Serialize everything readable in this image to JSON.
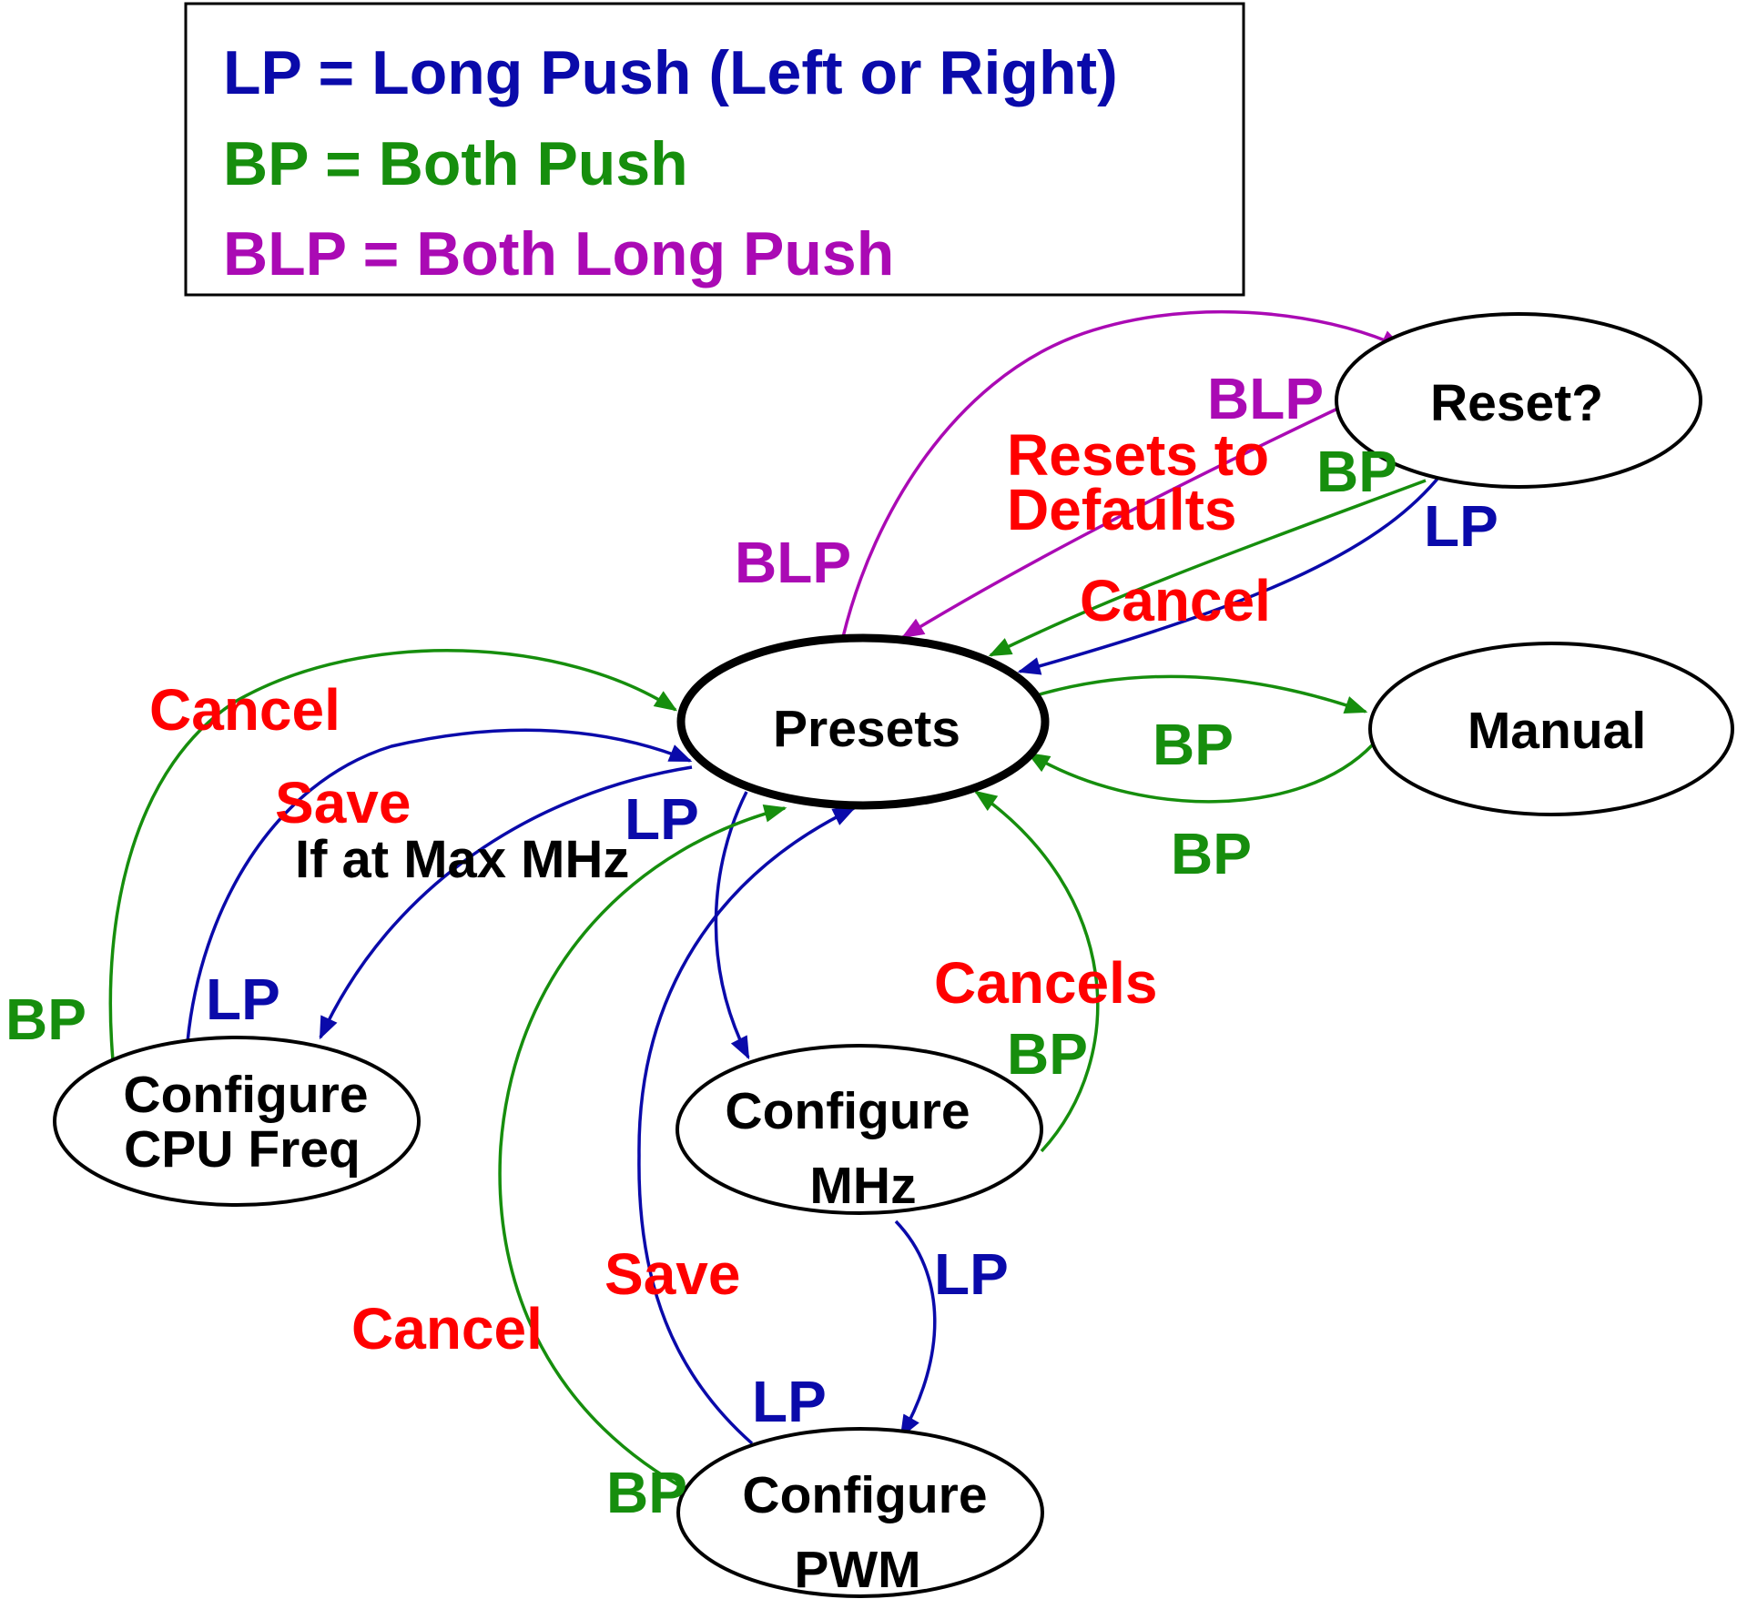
{
  "colors": {
    "lp": "#0a0aaa",
    "bp": "#168e0d",
    "blp": "#aa0ab4",
    "action": "#ff0000",
    "node": "#000000"
  },
  "legend": {
    "lp": "LP = Long Push (Left or Right)",
    "bp": "BP = Both Push",
    "blp": "BLP = Both Long Push"
  },
  "nodes": {
    "presets": "Presets",
    "reset": "Reset?",
    "manual": "Manual",
    "cpu_line1": "Configure",
    "cpu_line2": "CPU Freq",
    "mhz_line1": "Configure",
    "mhz_line2": "MHz",
    "pwm_line1": "Configure",
    "pwm_line2": "PWM"
  },
  "labels": {
    "blp_to_reset": "BLP",
    "blp_from_reset": "BLP",
    "resets_line1": "Resets to",
    "resets_line2": "Defaults",
    "bp_from_reset": "BP",
    "lp_from_reset": "LP",
    "cancel_from_reset": "Cancel",
    "bp_to_manual": "BP",
    "bp_from_manual": "BP",
    "cancel_cpu": "Cancel",
    "save_cpu": "Save",
    "save_cpu_cond": "If at Max MHz",
    "lp_to_cpu": "LP",
    "bp_cpu": "BP",
    "lp_cpu": "LP",
    "cancels_mhz": "Cancels",
    "bp_mhz": "BP",
    "lp_mhz_pwm": "LP",
    "save_pwm": "Save",
    "cancel_pwm": "Cancel",
    "lp_pwm": "LP",
    "bp_pwm": "BP"
  }
}
